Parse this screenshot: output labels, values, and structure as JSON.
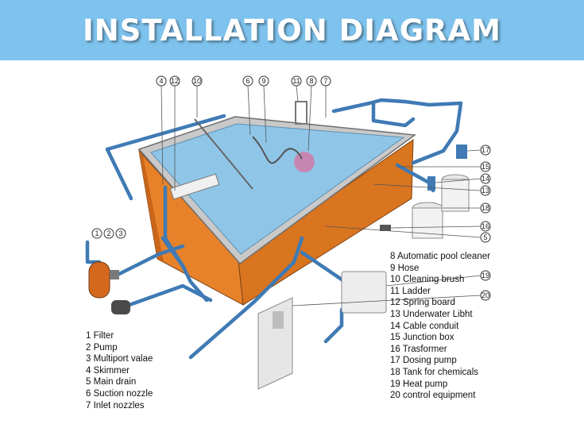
{
  "title": "INSTALLATION DIAGRAM",
  "colors": {
    "banner": "#7ec3ee",
    "pool_water": "#8fc6e8",
    "pool_wall": "#e8822a",
    "pipe": "#3f7ab4",
    "deck": "#c9c9c9"
  },
  "callouts": {
    "c1": "1",
    "c2": "2",
    "c3": "3",
    "c4": "4",
    "c5": "5",
    "c6": "6",
    "c7": "7",
    "c8": "8",
    "c9": "9",
    "c10": "10",
    "c11": "11",
    "c12": "12",
    "c13": "13",
    "c14": "14",
    "c15": "15",
    "c16": "16",
    "c17": "17",
    "c18": "18",
    "c19": "19",
    "c20": "20"
  },
  "legend_left": [
    "1 Filter",
    "2 Pump",
    "3 Multiport valae",
    "4 Skimmer",
    "5 Main drain",
    "6 Suction nozzle",
    "7 Inlet nozzles"
  ],
  "legend_right": [
    "8   Automatic pool cleaner",
    "9   Hose",
    "10 Cleaning brush",
    "11 Ladder",
    "12 Spring board",
    "13 Underwater Libht",
    "14 Cable conduit",
    "15 Junction box",
    "16 Trasformer",
    "17 Dosing pump",
    "18 Tank for chemicals",
    "19 Heat pump",
    "20 control equipment"
  ]
}
